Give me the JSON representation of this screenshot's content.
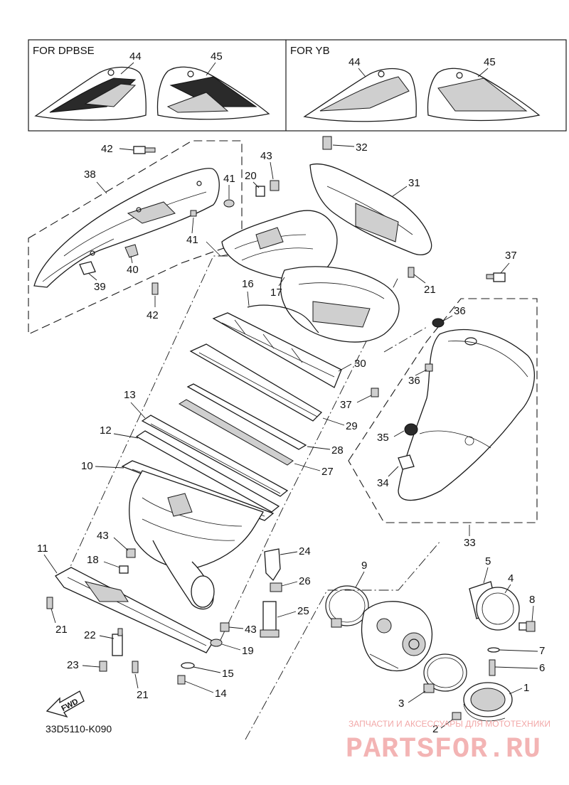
{
  "diagram": {
    "variants": [
      "FOR DPBSE",
      "FOR YB"
    ],
    "callouts": {
      "n1": "1",
      "n2": "2",
      "n3": "3",
      "n4": "4",
      "n5": "5",
      "n6": "6",
      "n7": "7",
      "n8": "8",
      "n9": "9",
      "n10": "10",
      "n11": "11",
      "n12": "12",
      "n13": "13",
      "n14": "14",
      "n15": "15",
      "n16": "16",
      "n17": "17",
      "n18": "18",
      "n19": "19",
      "n20": "20",
      "n21": "21",
      "n22": "22",
      "n23": "23",
      "n24": "24",
      "n25": "25",
      "n26": "26",
      "n27": "27",
      "n28": "28",
      "n29": "29",
      "n30": "30",
      "n31": "31",
      "n32": "32",
      "n33": "33",
      "n34": "34",
      "n35": "35",
      "n36": "36",
      "n37": "37",
      "n38": "38",
      "n39": "39",
      "n40": "40",
      "n41": "41",
      "n42": "42",
      "n43": "43",
      "n44": "44",
      "n45": "45"
    },
    "fwd_label": "FWD",
    "drawing_code": "33D5110-K090"
  },
  "watermark": {
    "tagline": "ЗАПЧАСТИ И АКСЕССУАРЫ ДЛЯ МОТОТЕХНИКИ",
    "logo": "PARTSFOR.RU"
  }
}
